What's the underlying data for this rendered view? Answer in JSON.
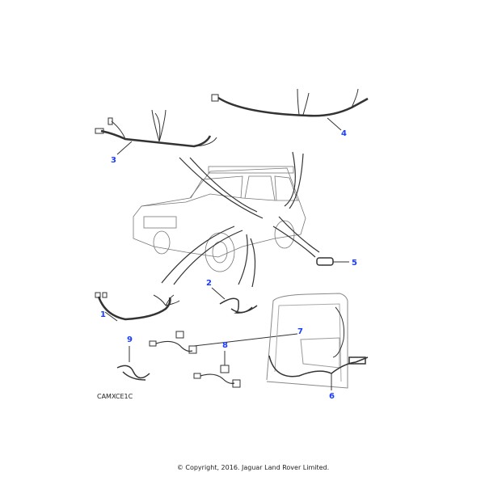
{
  "diagram": {
    "callouts": {
      "c1": "1",
      "c2": "2",
      "c3": "3",
      "c4": "4",
      "c5": "5",
      "c6": "6",
      "c7": "7",
      "c8": "8",
      "c9": "9"
    },
    "accent_color": "#1a3cff",
    "illustration_code": "CAMXCE1C",
    "copyright": "© Copyright, 2016. Jaguar Land Rover Limited."
  }
}
